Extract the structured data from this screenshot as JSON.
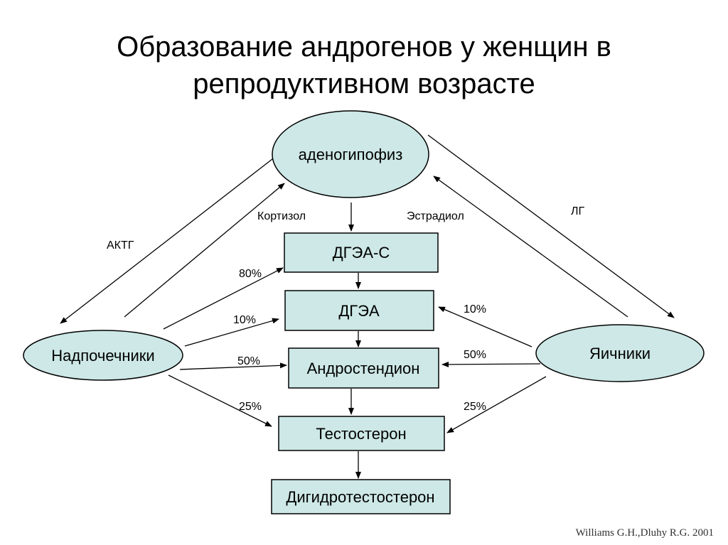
{
  "title": {
    "line1": "Образование андрогенов у женщин в",
    "line2": "репродуктивном возрасте"
  },
  "nodes": {
    "pituitary": "аденогипофиз",
    "adrenals": "Надпочечники",
    "ovaries": "Яичники",
    "dheas": "ДГЭА-С",
    "dhea": "ДГЭА",
    "androstenedione": "Андростендион",
    "testosterone": "Тестостерон",
    "dht": "Дигидротестостерон"
  },
  "edge_labels": {
    "acth": "АКТГ",
    "lh": "ЛГ",
    "cortisol": "Кортизол",
    "estradiol": "Эстрадиол",
    "adrenal_dheas": "80%",
    "adrenal_dhea": "10%",
    "adrenal_androstenedione": "50%",
    "adrenal_testosterone": "25%",
    "ovary_dhea": "10%",
    "ovary_androstenedione": "50%",
    "ovary_testosterone": "25%"
  },
  "citation": "Williams G.H.,Dluhy R.G. 2001"
}
